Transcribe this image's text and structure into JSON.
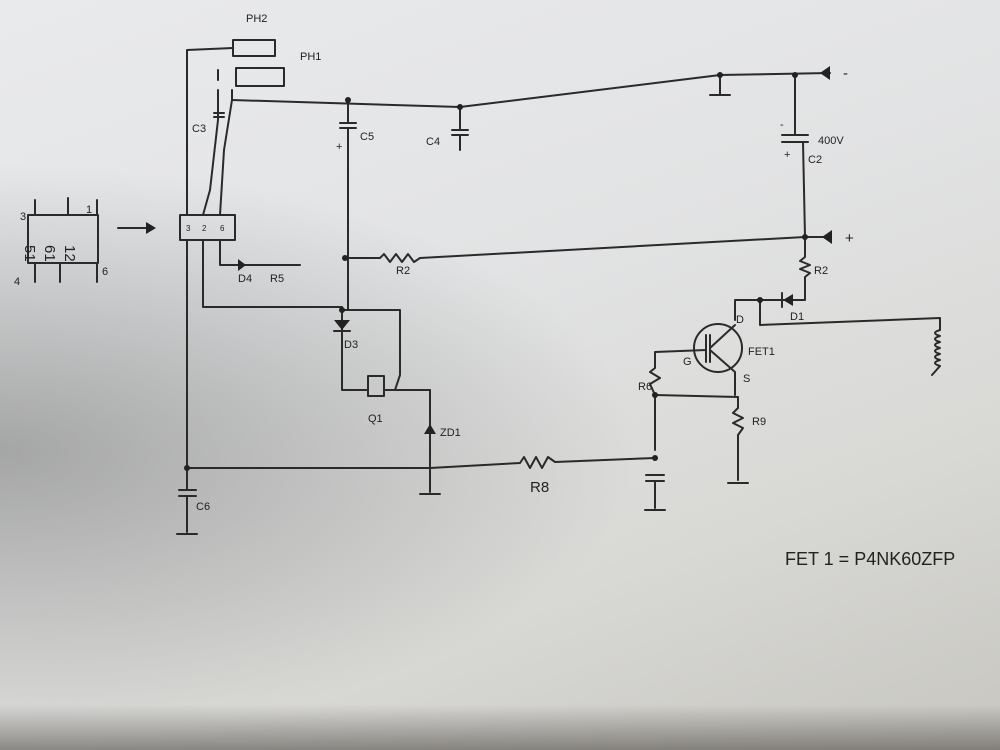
{
  "labels": {
    "ph2": "PH2",
    "ph1": "PH1",
    "c3": "C3",
    "c5": "C5",
    "c4": "C4",
    "c2": "C2",
    "c2_voltage": "400V",
    "minus_terminal": "-",
    "plus_terminal": "+",
    "r2_top": "R2",
    "r2_right": "R2",
    "d1": "D1",
    "d4": "D4",
    "r5": "R5",
    "d3": "D3",
    "q1": "Q1",
    "zd1": "ZD1",
    "r8": "R8",
    "c6": "C6",
    "fet1": "FET1",
    "gate": "G",
    "drain": "D",
    "source": "S",
    "r6": "R6",
    "r9": "R9",
    "cap_plus": "+",
    "cap_minus": "-",
    "chip_pins": [
      "3",
      "1",
      "4",
      "6"
    ],
    "chip_body": [
      "12",
      "61",
      "51"
    ],
    "conn_pins": [
      "3",
      "2",
      "6"
    ]
  },
  "note": "FET 1 = P4NK60ZFP"
}
